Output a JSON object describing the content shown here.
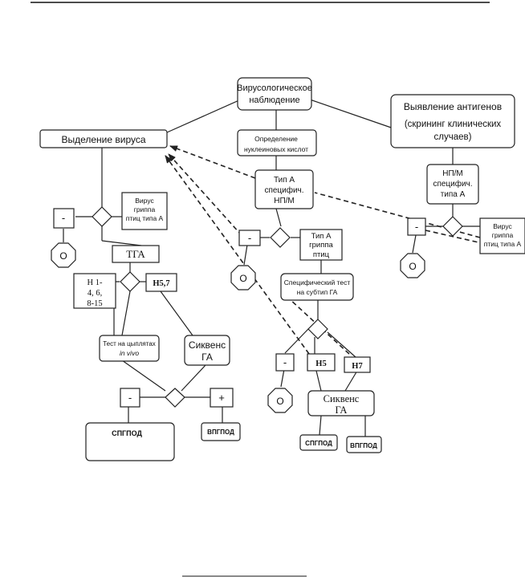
{
  "diagram": {
    "root": [
      "Вирусологическое",
      "наблюдение"
    ],
    "virus_isolation": "Выделение вируса",
    "nucleic_acid": [
      "Определение",
      "нуклеиновых кислот"
    ],
    "antigen_detection": [
      "Выявление антигенов",
      "(скрининг клинических",
      "случаев)"
    ],
    "type_a_specific_left": [
      "Тип А",
      "специфич.",
      "НП/М"
    ],
    "type_a_specific_right": [
      "НП/М",
      "специфич.",
      "типа  А"
    ],
    "avian_influenza_left": [
      "Вирус",
      "гриппа",
      "птиц типа А"
    ],
    "avian_influenza_right": [
      "Вирус",
      "гриппа",
      "птиц типа А"
    ],
    "tga": "ТГА",
    "h_subtypes": [
      "Н 1-",
      "4, 6,",
      "8-15"
    ],
    "h57": "Н5,7",
    "chicken_test": [
      "Тест на цыплятах",
      "in vivo"
    ],
    "sequence_ga_left": [
      "Сиквенс",
      "ГА"
    ],
    "spgpod_left": "СПГПОД",
    "vpgpod_left": "ВПГПОД",
    "type_a_avian": [
      "Тип А",
      "гриппа",
      "птиц"
    ],
    "specific_test": [
      "Специфический тест",
      "на субтип ГА"
    ],
    "h5": "Н5",
    "h7": "Н7",
    "sequence_ga_mid": [
      "Сиквенс",
      "ГА"
    ],
    "spgpod_mid": "СПГПОД",
    "vpgpod_mid": "ВПГПОД",
    "minus": "-",
    "plus": "+",
    "octagon_o": "О"
  }
}
